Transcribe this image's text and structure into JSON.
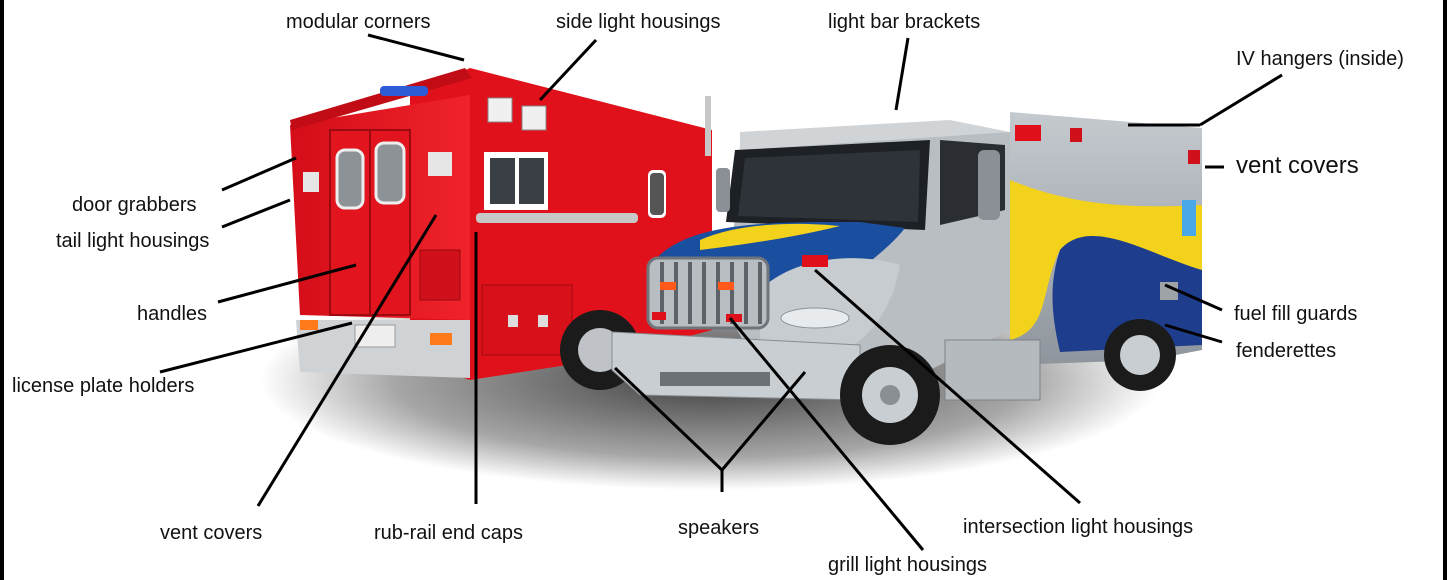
{
  "labels": {
    "modular_corners": "modular corners",
    "side_light_housings": "side light housings",
    "light_bar_brackets": "light bar brackets",
    "iv_hangers": "IV hangers (inside)",
    "vent_covers_right": "vent covers",
    "door_grabbers": "door grabbers",
    "tail_light_housings": "tail light housings",
    "handles": "handles",
    "license_plate_holders": "license plate holders",
    "fuel_fill_guards": "fuel fill guards",
    "fenderettes": "fenderettes",
    "vent_covers_bottom": "vent covers",
    "rub_rail_end_caps": "rub-rail end caps",
    "speakers": "speakers",
    "intersection_light_housings": "intersection light housings",
    "grill_light_housings": "grill light housings"
  },
  "colors": {
    "red_body": "#e8141e",
    "silver_body": "#a7adb3",
    "yellow_stripe": "#f2d21a",
    "blue_stripe": "#1e3d8c",
    "cab_blue": "#1a4fa0",
    "leader_line": "#000000"
  },
  "icons": {
    "ambulance_red": "ambulance-rear-view-illustration",
    "ambulance_silver": "ambulance-front-view-illustration"
  }
}
